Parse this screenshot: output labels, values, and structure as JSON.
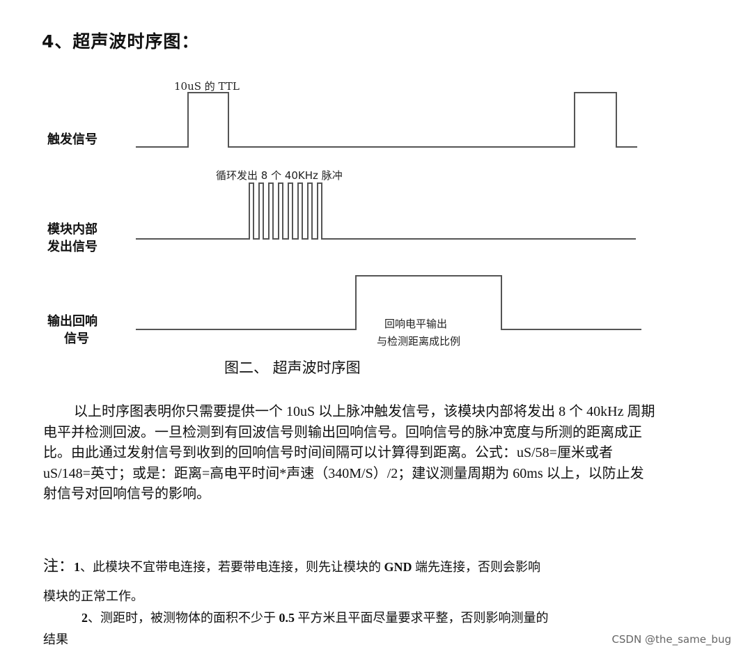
{
  "heading": {
    "number": "4、",
    "title": "超声波时序图："
  },
  "diagram": {
    "signals": [
      {
        "label_lines": [
          "触发信号"
        ],
        "annotation": "10uS 的 TTL"
      },
      {
        "label_lines": [
          "模块内部",
          "发出信号"
        ],
        "annotation": "循环发出 8 个 40KHz 脉冲"
      },
      {
        "label_lines": [
          "输出回响",
          "信号"
        ],
        "annotation_lines": [
          "回响电平输出",
          "与检测距离成比例"
        ]
      }
    ],
    "caption": "图二、  超声波时序图",
    "line_color": "#555555"
  },
  "paragraph": "以上时序图表明你只需要提供一个 10uS 以上脉冲触发信号，该模块内部将发出 8 个 40kHz 周期电平并检测回波。一旦检测到有回波信号则输出回响信号。回响信号的脉冲宽度与所测的距离成正比。由此通过发射信号到收到的回响信号时间间隔可以计算得到距离。公式：uS/58=厘米或者 uS/148=英寸；或是：距离=高电平时间*声速（340M/S）/2；建议测量周期为 60ms 以上，以防止发射信号对回响信号的影响。",
  "notes": {
    "prefix": "注：",
    "note1": {
      "num": "1",
      "text_a": "、此模块不宜带电连接，若要带电连接，则先让模块的 ",
      "bold": "GND",
      "text_b": " 端先连接，否则会影响",
      "text_c": "模块的正常工作。"
    },
    "note2": {
      "num": "2",
      "text_a": "、测距时，被测物体的面积不少于 ",
      "bold": "0.5",
      "text_b": " 平方米且平面尽量要求平整，否则影响测量的",
      "text_c": "结果"
    }
  },
  "watermark": "CSDN @the_same_bug"
}
